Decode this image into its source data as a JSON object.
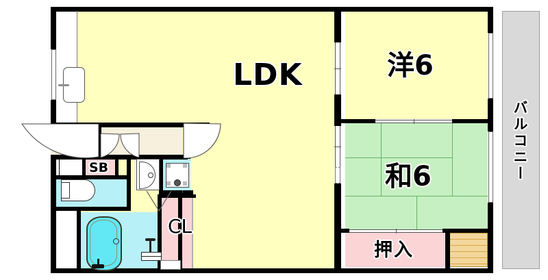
{
  "plan": {
    "title": "Apartment floor plan (2LDK)",
    "colors": {
      "ldk_fill": "#ffffbf",
      "washitsu_fill": "#c6f0c2",
      "closet_fill": "#fbd4d6",
      "corridor_fill": "#f7f0dd",
      "water_fill": "#b8f0f7",
      "balcony_fill": "#d9d9d9",
      "stairs_fill": "#e8b96a",
      "wall": "#000000"
    },
    "rooms": [
      {
        "id": "ldk",
        "label": "LDK",
        "type": "living-dining-kitchen",
        "fill": "#ffffbf"
      },
      {
        "id": "yoshitsu",
        "label": "洋6",
        "type": "western-room",
        "fill": "#ffffbf",
        "size_jo": 6
      },
      {
        "id": "washitsu",
        "label": "和6",
        "type": "japanese-tatami-room",
        "fill": "#c6f0c2",
        "size_jo": 6
      },
      {
        "id": "oshiire",
        "label": "押入",
        "type": "closet",
        "fill": "#fbd4d6"
      },
      {
        "id": "closet",
        "label": "CL",
        "type": "closet",
        "fill": "#fbd4d6"
      },
      {
        "id": "shoebox",
        "label": "SB",
        "type": "shoe-box",
        "fill": "#fbd4d6"
      },
      {
        "id": "balcony",
        "label": "バルコニー",
        "type": "balcony",
        "fill": "#d9d9d9"
      }
    ],
    "fixtures": [
      {
        "id": "kitchen-sink",
        "name": "kitchen-sink"
      },
      {
        "id": "toilet",
        "name": "toilet"
      },
      {
        "id": "bathtub",
        "name": "bathtub"
      },
      {
        "id": "washbasin",
        "name": "washbasin-vanity"
      },
      {
        "id": "washing-machine",
        "name": "washing-machine-pan"
      },
      {
        "id": "entrance-door",
        "name": "entrance-door"
      },
      {
        "id": "genkan",
        "name": "genkan-tiled-entry"
      },
      {
        "id": "stairs",
        "name": "stair-or-shelf"
      }
    ],
    "labels": {
      "ldk": "LDK",
      "yoshitsu": "洋6",
      "washitsu": "和6",
      "oshiire": "押入",
      "closet": "CL",
      "shoebox": "SB",
      "balcony": "バルコニー"
    }
  }
}
